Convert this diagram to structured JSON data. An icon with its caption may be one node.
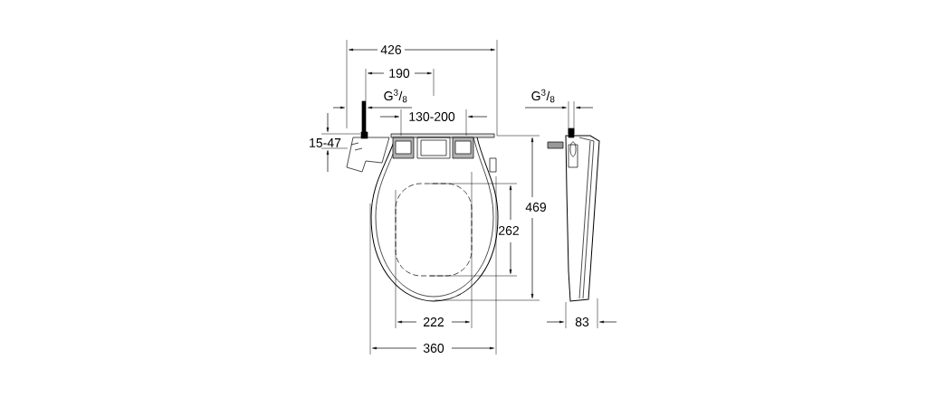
{
  "diagram": {
    "labels": [
      "426",
      "190",
      "G$^{3}$/$_{8}$",
      "G$^{3}$/$_{8}$",
      "130-200",
      "15-47",
      "469",
      "262",
      "222",
      "83",
      "360"
    ]
  }
}
